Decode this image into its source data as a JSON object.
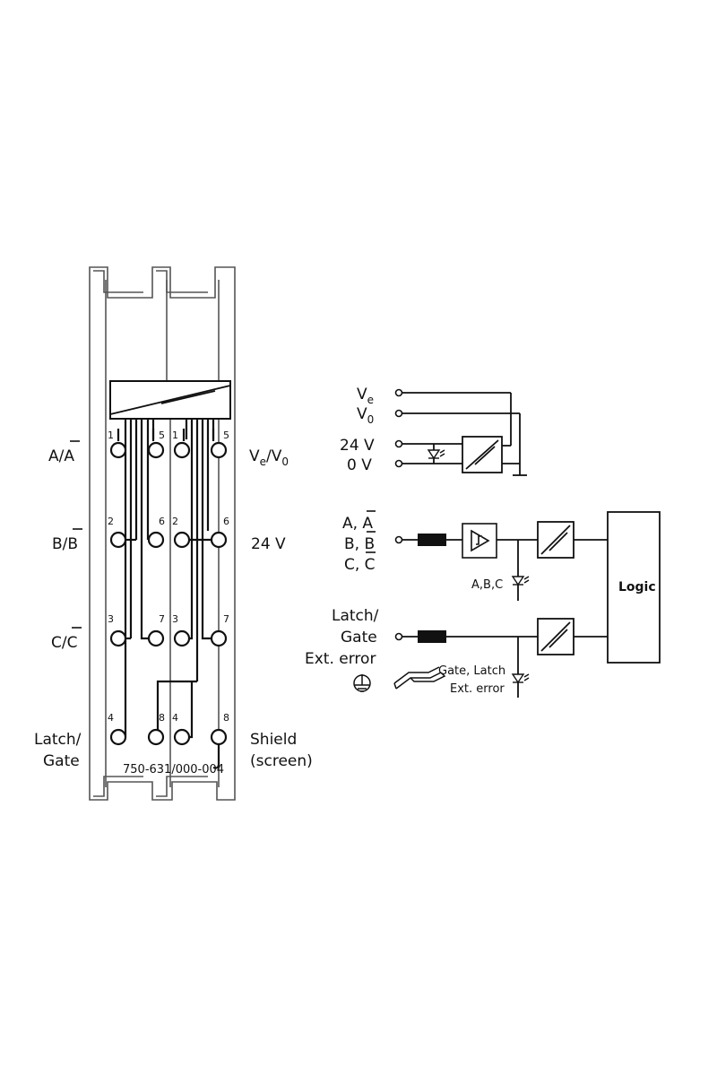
{
  "module": {
    "part_number": "750-631/000-004",
    "left_labels": {
      "row1": "A/A",
      "row2": "B/B",
      "row3": "C/C",
      "row4_line1": "Latch/",
      "row4_line2": "Gate"
    },
    "right_labels": {
      "row1_main": "V",
      "row1_sub1": "e",
      "row1_mid": "/V",
      "row1_sub2": "0",
      "row2": "24 V",
      "row4_line1": "Shield",
      "row4_line2": "(screen)"
    },
    "pins": {
      "c1": [
        "1",
        "2",
        "3",
        "4"
      ],
      "c2": [
        "5",
        "6",
        "7",
        "8"
      ],
      "c3": [
        "1",
        "2",
        "3",
        "4"
      ],
      "c4": [
        "5",
        "6",
        "7",
        "8"
      ]
    }
  },
  "schematic": {
    "ve_main": "V",
    "ve_sub": "e",
    "v0_main": "V",
    "v0_sub": "0",
    "v24": "24 V",
    "v0v": "0 V",
    "in_a": "A, A",
    "in_b": "B, B",
    "in_c": "C, C",
    "abc_led": "A,B,C",
    "latch_line1": "Latch/",
    "latch_line2": "Gate",
    "latch_line3": "Ext. error",
    "gate_led_line1": "Gate, Latch",
    "gate_led_line2": "Ext. error",
    "logic": "Logic"
  },
  "colors": {
    "line": "#111111",
    "module_outline": "#555555",
    "background": "#ffffff"
  }
}
